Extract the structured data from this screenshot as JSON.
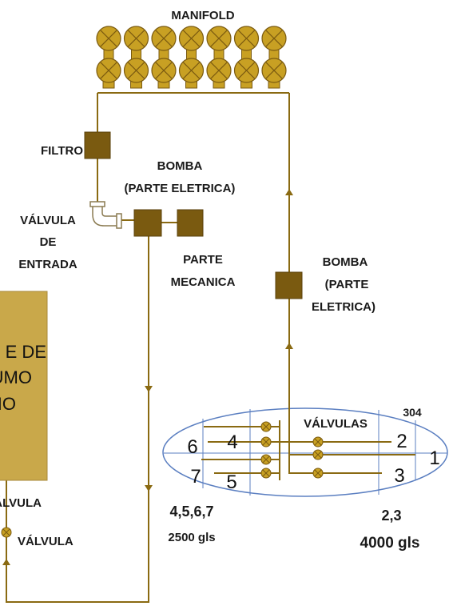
{
  "labels": {
    "manifold": "MANIFOLD",
    "filtro": "FILTRO",
    "bomba_top_1": "BOMBA",
    "bomba_top_2": "(PARTE ELETRICA)",
    "valvula_entrada_1": "VÁLVULA",
    "valvula_entrada_2": "DE",
    "valvula_entrada_3": "ENTRADA",
    "parte_mecanica_1": "PARTE",
    "parte_mecanica_2": "MECANICA",
    "bomba_right_1": "BOMBA",
    "bomba_right_2": "(PARTE",
    "bomba_right_3": "ELETRICA)",
    "tank_line_1": "E DE",
    "tank_line_2": "UMO",
    "tank_line_3": "IO",
    "valvula_left_1": "ÁLVULA",
    "valvula_left_2": "VÁLVULA",
    "valvulas": "VÁLVULAS",
    "code_304": "304",
    "num_6": "6",
    "num_4": "4",
    "num_7": "7",
    "num_5": "5",
    "num_2": "2",
    "num_1": "1",
    "num_3": "3",
    "group_left_ids": "4,5,6,7",
    "group_left_vol": "2500 gls",
    "group_right_ids": "2,3",
    "group_right_vol": "4000 gls"
  },
  "colors": {
    "valve": "#c8a023",
    "valve_dark": "#7a5a10",
    "pipe": "#8a6a12",
    "box": "#7a5a10",
    "tank": "#c9a84a",
    "ellipse": "#5b7fc1"
  },
  "manifold": {
    "rows": 2,
    "columns": 7
  }
}
